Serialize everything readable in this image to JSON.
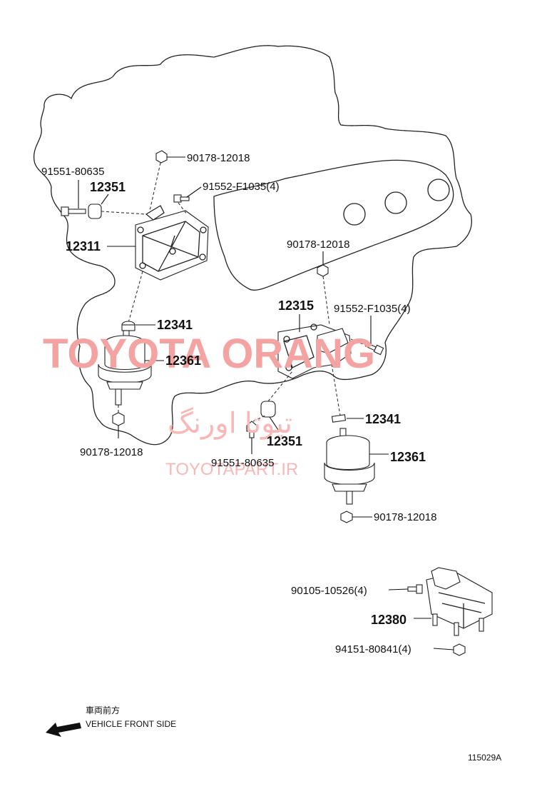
{
  "watermark": {
    "brand": "TOYOTA ORANG",
    "arabic": "تیوتا اورنگ",
    "site": "TOYOTAPART.IR"
  },
  "labels": {
    "p9017812018_a": "90178-12018",
    "p9155180635_a": "91551-80635",
    "p12351_a": "12351",
    "p91552F1035_a": "91552-F1035(4)",
    "p12311": "12311",
    "p12341_a": "12341",
    "p12361_a": "12361",
    "p9017812018_b": "90178-12018",
    "p9017812018_c": "90178-12018",
    "p12315": "12315",
    "p91552F1035_b": "91552-F1035(4)",
    "p12341_b": "12341",
    "p12351_b": "12351",
    "p9155180635_b": "91551-80635",
    "p12361_b": "12361",
    "p9017812018_d": "90178-12018",
    "p9010510526": "90105-10526(4)",
    "p12380": "12380",
    "p9415180841": "94151-80841(4)"
  },
  "direction": {
    "jp": "車両前方",
    "en": "VEHICLE FRONT SIDE",
    "arrow_icon": "arrow-left-icon"
  },
  "figure_code": "115029A"
}
